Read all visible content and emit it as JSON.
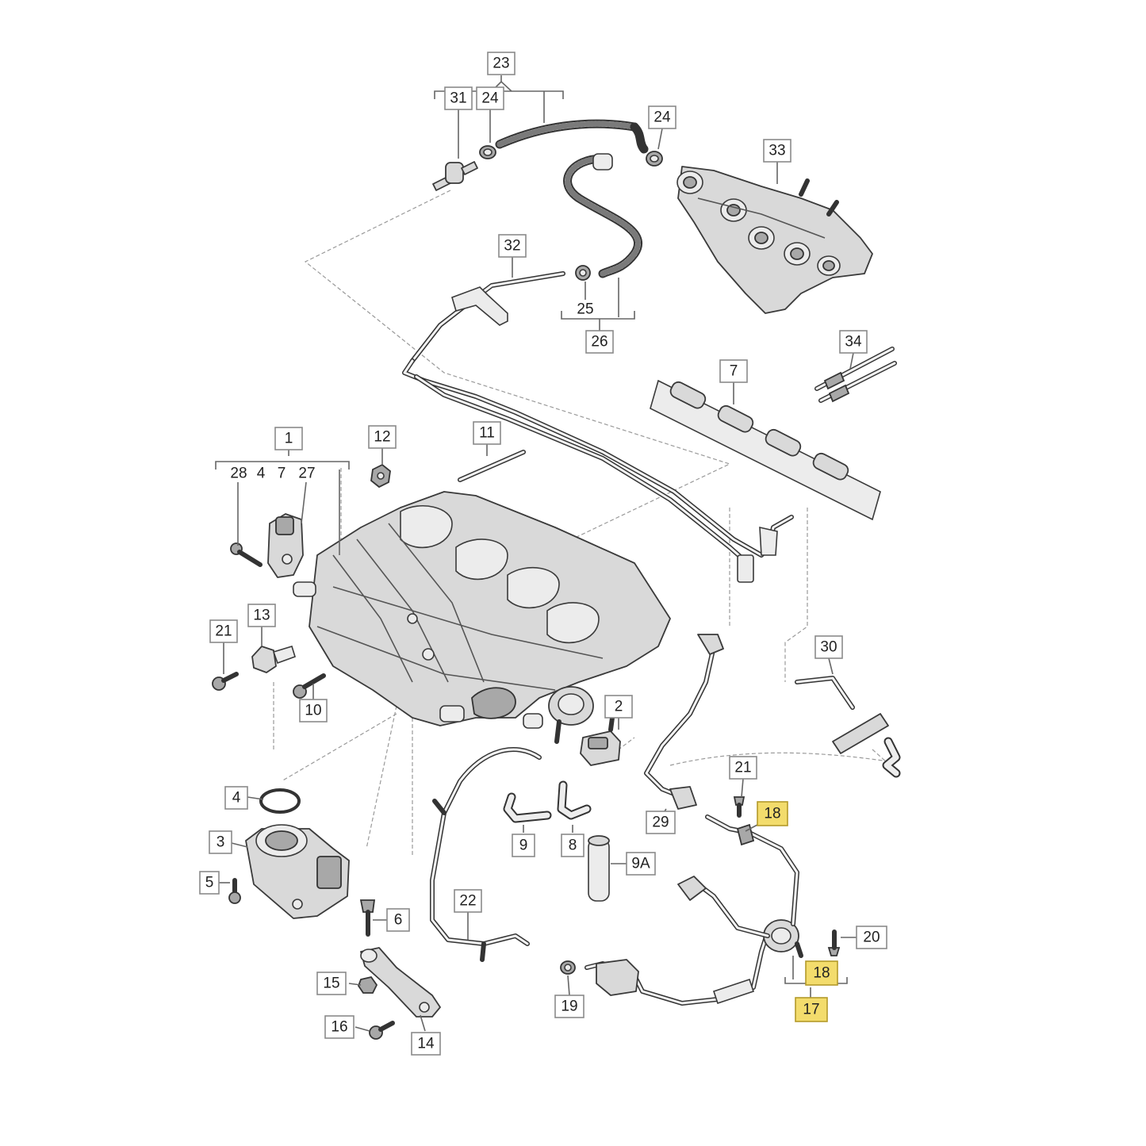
{
  "labels": {
    "l1": "1",
    "l2": "2",
    "l3": "3",
    "l4": "4",
    "l4b": "4",
    "l5": "5",
    "l6": "6",
    "l7": "7",
    "l7b": "7",
    "l8": "8",
    "l9": "9",
    "l9a": "9A",
    "l10": "10",
    "l11": "11",
    "l12": "12",
    "l13": "13",
    "l14": "14",
    "l15": "15",
    "l16": "16",
    "l17": "17",
    "l18a": "18",
    "l18b": "18",
    "l19": "19",
    "l20": "20",
    "l21a": "21",
    "l21b": "21",
    "l22": "22",
    "l23": "23",
    "l24a": "24",
    "l24b": "24",
    "l25": "25",
    "l26": "26",
    "l27": "27",
    "l28": "28",
    "l29": "29",
    "l30": "30",
    "l31": "31",
    "l32": "32",
    "l33": "33",
    "l34": "34"
  },
  "colors": {
    "highlight_fill": "#f3dc6c",
    "part_fill": "#d9d9d9",
    "outline": "#3a3a3a"
  }
}
